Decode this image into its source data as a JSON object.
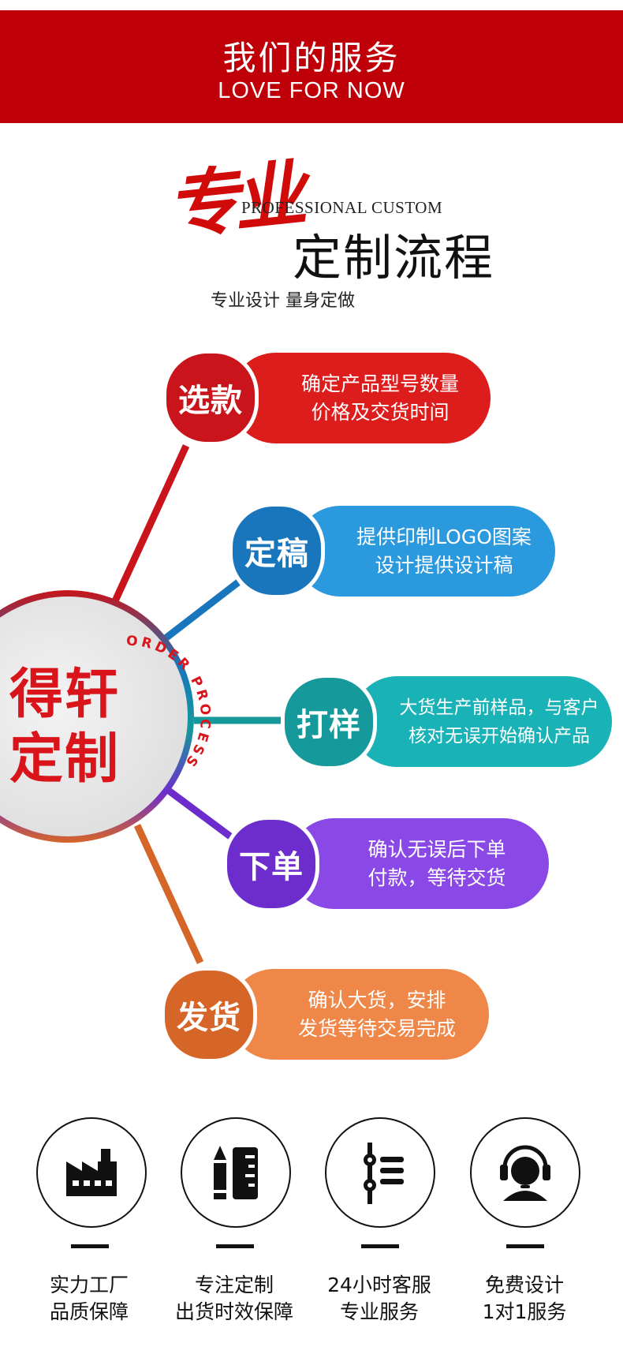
{
  "banner": {
    "title": "我们的服务",
    "subtitle": "LOVE FOR NOW",
    "color": "#c00008"
  },
  "heading": {
    "calligraphy": "专业",
    "english": "PROFESSIONAL CUSTOM",
    "title": "定制流程",
    "subtitle": "专业设计  量身定做"
  },
  "hub": {
    "line1": "得轩",
    "line2": "定制",
    "ring_text": "ORDER PROCESS"
  },
  "steps": [
    {
      "badge": "选款",
      "line1": "确定产品型号数量",
      "line2": "价格及交货时间",
      "color": "#dd1c1c",
      "badge_color": "#c8141a",
      "icon": "step-select"
    },
    {
      "badge": "定稿",
      "line1": "提供印制LOGO图案",
      "line2": "设计提供设计稿",
      "color": "#2b99dd",
      "badge_color": "#1976bd",
      "icon": "step-design"
    },
    {
      "badge": "打样",
      "line1": "大货生产前样品，与客户",
      "line2": "核对无误开始确认产品",
      "color": "#19b2b6",
      "badge_color": "#15999b",
      "icon": "step-sample"
    },
    {
      "badge": "下单",
      "line1": "确认无误后下单",
      "line2": "付款，等待交货",
      "color": "#8a49e6",
      "badge_color": "#6d2dcd",
      "icon": "step-order"
    },
    {
      "badge": "发货",
      "line1": "确认大货，安排",
      "line2": "发货等待交易完成",
      "color": "#ef8748",
      "badge_color": "#d66528",
      "icon": "step-ship"
    }
  ],
  "features": [
    {
      "icon": "factory-icon",
      "line1": "实力工厂",
      "line2": "品质保障"
    },
    {
      "icon": "design-tools-icon",
      "line1": "专注定制",
      "line2": "出货时效保障"
    },
    {
      "icon": "timeline-icon",
      "line1": "24小时客服",
      "line2": "专业服务"
    },
    {
      "icon": "headset-icon",
      "line1": "免费设计",
      "line2": "1对1服务"
    }
  ]
}
